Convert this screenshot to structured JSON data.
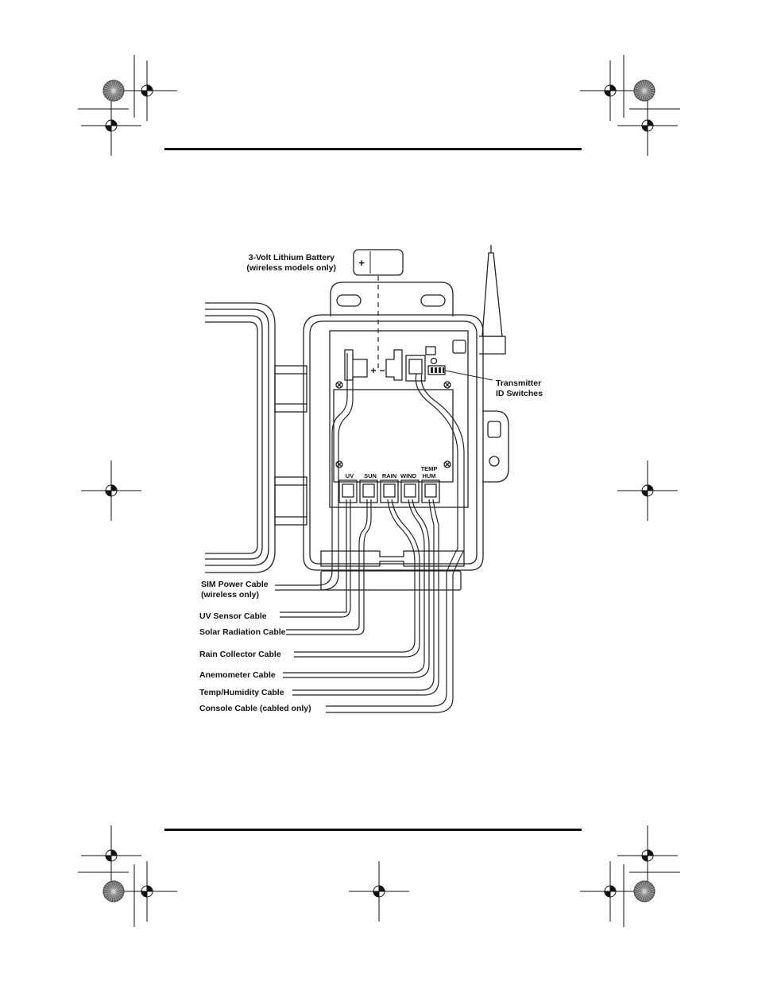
{
  "figure": {
    "labels": {
      "battery_line1": "3-Volt Lithium Battery",
      "battery_line2": "(wireless models only)",
      "transmitter_line1": "Transmitter",
      "transmitter_line2": "ID Switches",
      "sim_line1": "SIM Power Cable",
      "sim_line2": "(wireless only)",
      "uv_sensor": "UV Sensor Cable",
      "solar": "Solar Radiation Cable",
      "rain": "Rain Collector Cable",
      "anemometer": "Anemometer Cable",
      "temp_hum": "Temp/Humidity Cable",
      "console": "Console Cable (cabled only)"
    },
    "ports": {
      "uv": "UV",
      "sun": "SUN",
      "rain": "RAIN",
      "wind": "WIND",
      "temp": "TEMP",
      "hum": "HUM"
    },
    "battery_polarity": {
      "plus": "+",
      "minus": "−"
    }
  }
}
